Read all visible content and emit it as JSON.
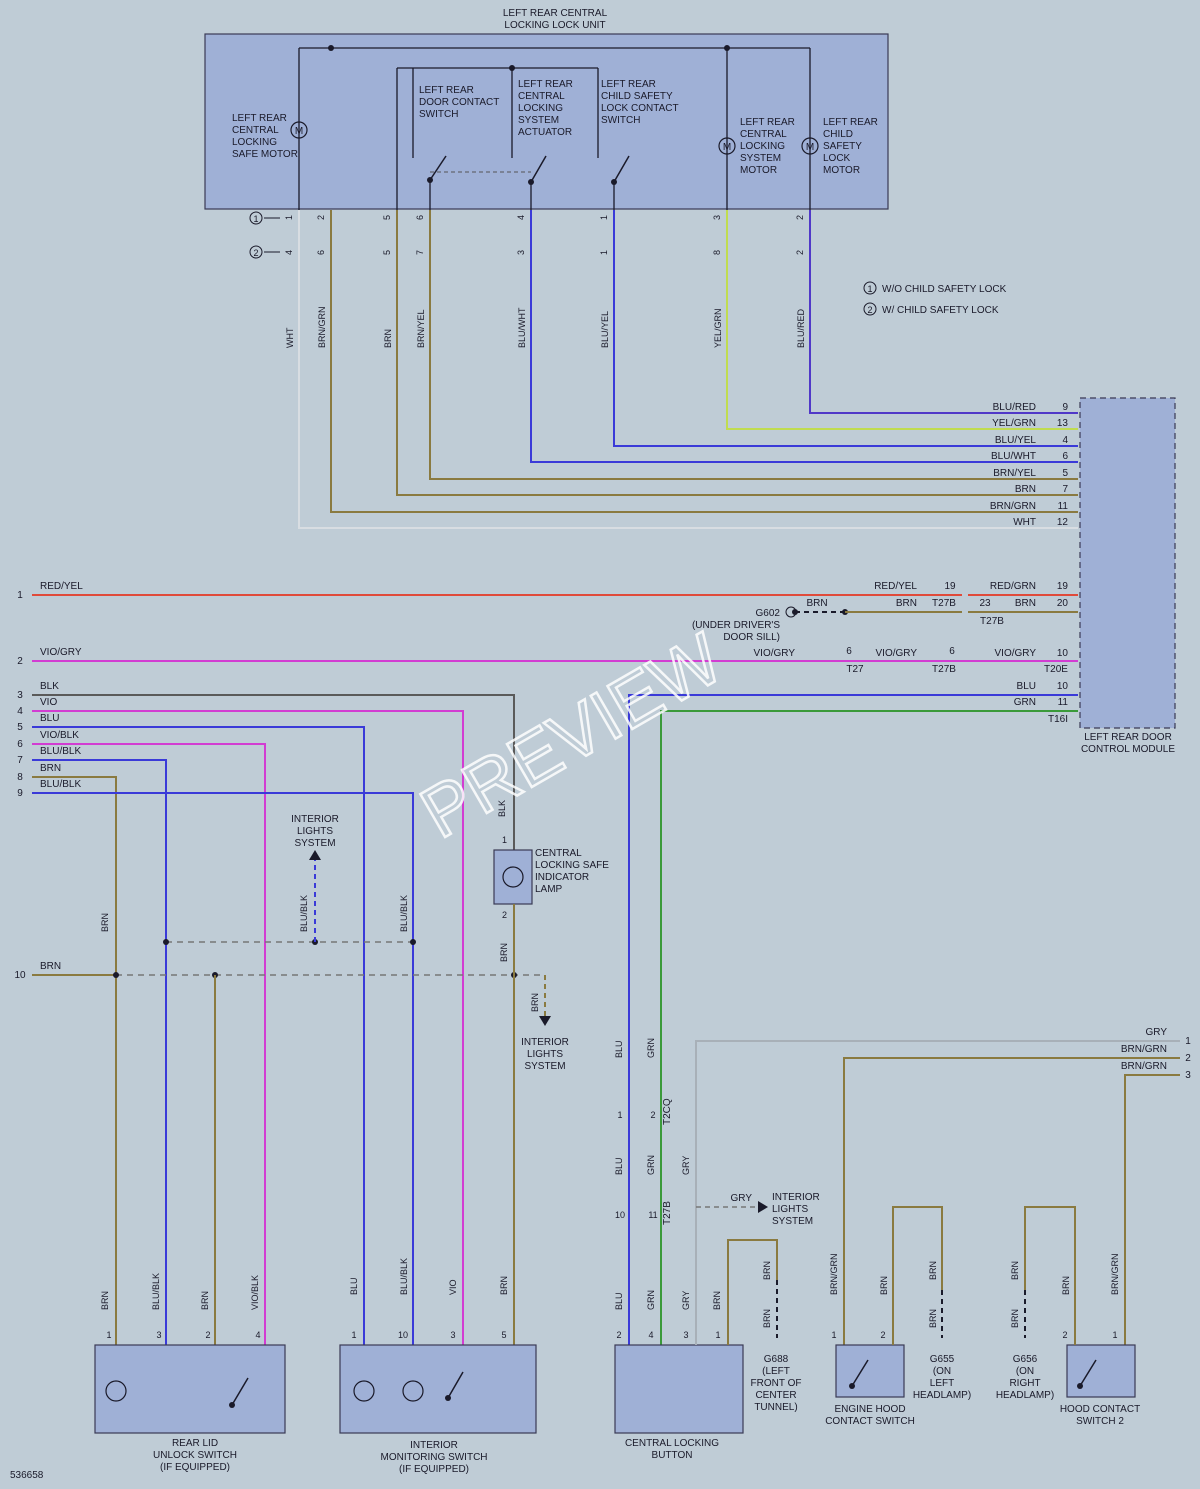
{
  "diagram_id": "536658",
  "watermark": "PREVIEW",
  "legend": [
    {
      "mark": "1",
      "text": "W/O CHILD SAFETY LOCK"
    },
    {
      "mark": "2",
      "text": "W/ CHILD SAFETY LOCK"
    }
  ],
  "colors": {
    "background": "#bfccd6",
    "box_fill": "#9fb0d6",
    "BLU": "#3a3ad8",
    "GRN": "#3a9a3a",
    "BRN": "#8a7a40",
    "GRY": "#a8b0b8",
    "WHT": "#d8dde2",
    "VIO": "#d23cd2",
    "RED": "#e04a3a",
    "YEL_GRN": "#c0dc50",
    "BLK": "#5a5a5a"
  },
  "components": {
    "lock_unit": {
      "title_lines": [
        "LEFT REAR CENTRAL",
        "LOCKING LOCK UNIT"
      ],
      "safe_motor": [
        "LEFT REAR",
        "CENTRAL",
        "LOCKING",
        "SAFE MOTOR"
      ],
      "door_contact_switch": [
        "LEFT REAR",
        "DOOR CONTACT",
        "SWITCH"
      ],
      "actuator": [
        "LEFT REAR",
        "CENTRAL",
        "LOCKING",
        "SYSTEM",
        "ACTUATOR"
      ],
      "child_lock_switch": [
        "LEFT REAR",
        "CHILD SAFETY",
        "LOCK CONTACT",
        "SWITCH"
      ],
      "locking_motor": [
        "LEFT REAR",
        "CENTRAL",
        "LOCKING",
        "SYSTEM",
        "MOTOR"
      ],
      "child_lock_motor": [
        "LEFT REAR",
        "CHILD",
        "SAFETY",
        "LOCK",
        "MOTOR"
      ],
      "motor_symbol": "M"
    },
    "door_module": [
      "LEFT REAR DOOR",
      "CONTROL MODULE"
    ],
    "rear_lid_switch": [
      "REAR LID",
      "UNLOCK SWITCH",
      "(IF EQUIPPED)"
    ],
    "interior_monitoring_switch": [
      "INTERIOR",
      "MONITORING SWITCH",
      "(IF EQUIPPED)"
    ],
    "central_locking_button": [
      "CENTRAL LOCKING",
      "BUTTON"
    ],
    "engine_hood_switch": [
      "ENGINE HOOD",
      "CONTACT SWITCH"
    ],
    "hood_switch_2": [
      "HOOD CONTACT",
      "SWITCH 2"
    ],
    "indicator_lamp": [
      "CENTRAL",
      "LOCKING SAFE",
      "INDICATOR",
      "LAMP"
    ],
    "interior_lights": [
      "INTERIOR",
      "LIGHTS",
      "SYSTEM"
    ]
  },
  "grounds": {
    "g602": [
      "G602",
      "(UNDER DRIVER'S",
      "DOOR SILL)"
    ],
    "g688": [
      "G688",
      "(LEFT",
      "FRONT OF",
      "CENTER",
      "TUNNEL)"
    ],
    "g655": [
      "G655",
      "(ON",
      "LEFT",
      "HEADLAMP)"
    ],
    "g656": [
      "G656",
      "(ON",
      "RIGHT",
      "HEADLAMP)"
    ]
  },
  "lock_unit_pins": {
    "top": [
      "1",
      "2",
      "5",
      "6",
      "4",
      "1",
      "3",
      "2"
    ],
    "second": [
      "4",
      "6",
      "5",
      "7",
      "3",
      "1",
      "8",
      "2"
    ],
    "wires": [
      "WHT",
      "BRN/GRN",
      "BRN",
      "BRN/YEL",
      "BLU/WHT",
      "BLU/YEL",
      "YEL/GRN",
      "BLU/RED"
    ],
    "variant_marks": [
      "1",
      "2"
    ]
  },
  "module_wires": [
    {
      "label": "BLU/RED",
      "pin": "9"
    },
    {
      "label": "YEL/GRN",
      "pin": "13"
    },
    {
      "label": "BLU/YEL",
      "pin": "4"
    },
    {
      "label": "BLU/WHT",
      "pin": "6"
    },
    {
      "label": "BRN/YEL",
      "pin": "5"
    },
    {
      "label": "BRN",
      "pin": "7"
    },
    {
      "label": "BRN/GRN",
      "pin": "11"
    },
    {
      "label": "WHT",
      "pin": "12"
    }
  ],
  "left_connections": [
    {
      "pin": "1",
      "label": "RED/YEL"
    },
    {
      "pin": "2",
      "label": "VIO/GRY"
    },
    {
      "pin": "3",
      "label": "BLK"
    },
    {
      "pin": "4",
      "label": "VIO"
    },
    {
      "pin": "5",
      "label": "BLU"
    },
    {
      "pin": "6",
      "label": "VIO/BLK"
    },
    {
      "pin": "7",
      "label": "BLU/BLK"
    },
    {
      "pin": "8",
      "label": "BRN"
    },
    {
      "pin": "9",
      "label": "BLU/BLK"
    },
    {
      "pin": "10",
      "label": "BRN"
    }
  ],
  "mid_connectors": {
    "row1": {
      "left_label": "RED/YEL",
      "pin_a": "19",
      "conn_a": "T27B",
      "right_label": "RED/GRN",
      "pin_b": "19"
    },
    "row2": {
      "wire_a": "BRN",
      "left_label": "BRN",
      "pin_a": "23",
      "right_label": "BRN",
      "pin_b": "20",
      "conn_b": "T27B"
    },
    "row3": {
      "wire_a": "VIO/GRY",
      "pin_a": "6",
      "conn_a": "T27",
      "mid_label": "VIO/GRY",
      "pin_b": "6",
      "conn_b": "T27B",
      "right_label": "VIO/GRY",
      "pin_c": "10",
      "conn_c": "T20E"
    },
    "row4": {
      "label": "BLU",
      "pin": "10"
    },
    "row5": {
      "label": "GRN",
      "pin": "11",
      "conn": "T16I"
    }
  },
  "right_connections": [
    {
      "label": "GRY",
      "pin": "1"
    },
    {
      "label": "BRN/GRN",
      "pin": "2"
    },
    {
      "label": "BRN/GRN",
      "pin": "3"
    }
  ],
  "vertical_labels": {
    "blk_to_lamp": "BLK",
    "lamp_pin_top": "1",
    "lamp_pin_bottom": "2",
    "brn": "BRN",
    "blu_blk": "BLU/BLK",
    "blu": "BLU",
    "grn": "GRN",
    "gry": "GRY",
    "vio": "VIO",
    "vio_blk": "VIO/BLK",
    "brn_grn": "BRN/GRN"
  },
  "t2cq": {
    "conn": "T2CQ",
    "pins": [
      "1",
      "2"
    ]
  },
  "t27b_low": {
    "conn": "T27B",
    "pins": [
      "10",
      "11"
    ]
  },
  "gry_to_interior": "GRY",
  "switch_pins": {
    "rear_lid": [
      "1",
      "3",
      "2",
      "4"
    ],
    "interior": [
      "1",
      "10",
      "3",
      "5"
    ],
    "button": [
      "2",
      "4",
      "3",
      "1"
    ],
    "engine_hood": [
      "1",
      "2"
    ],
    "hood2": [
      "2",
      "1"
    ]
  }
}
